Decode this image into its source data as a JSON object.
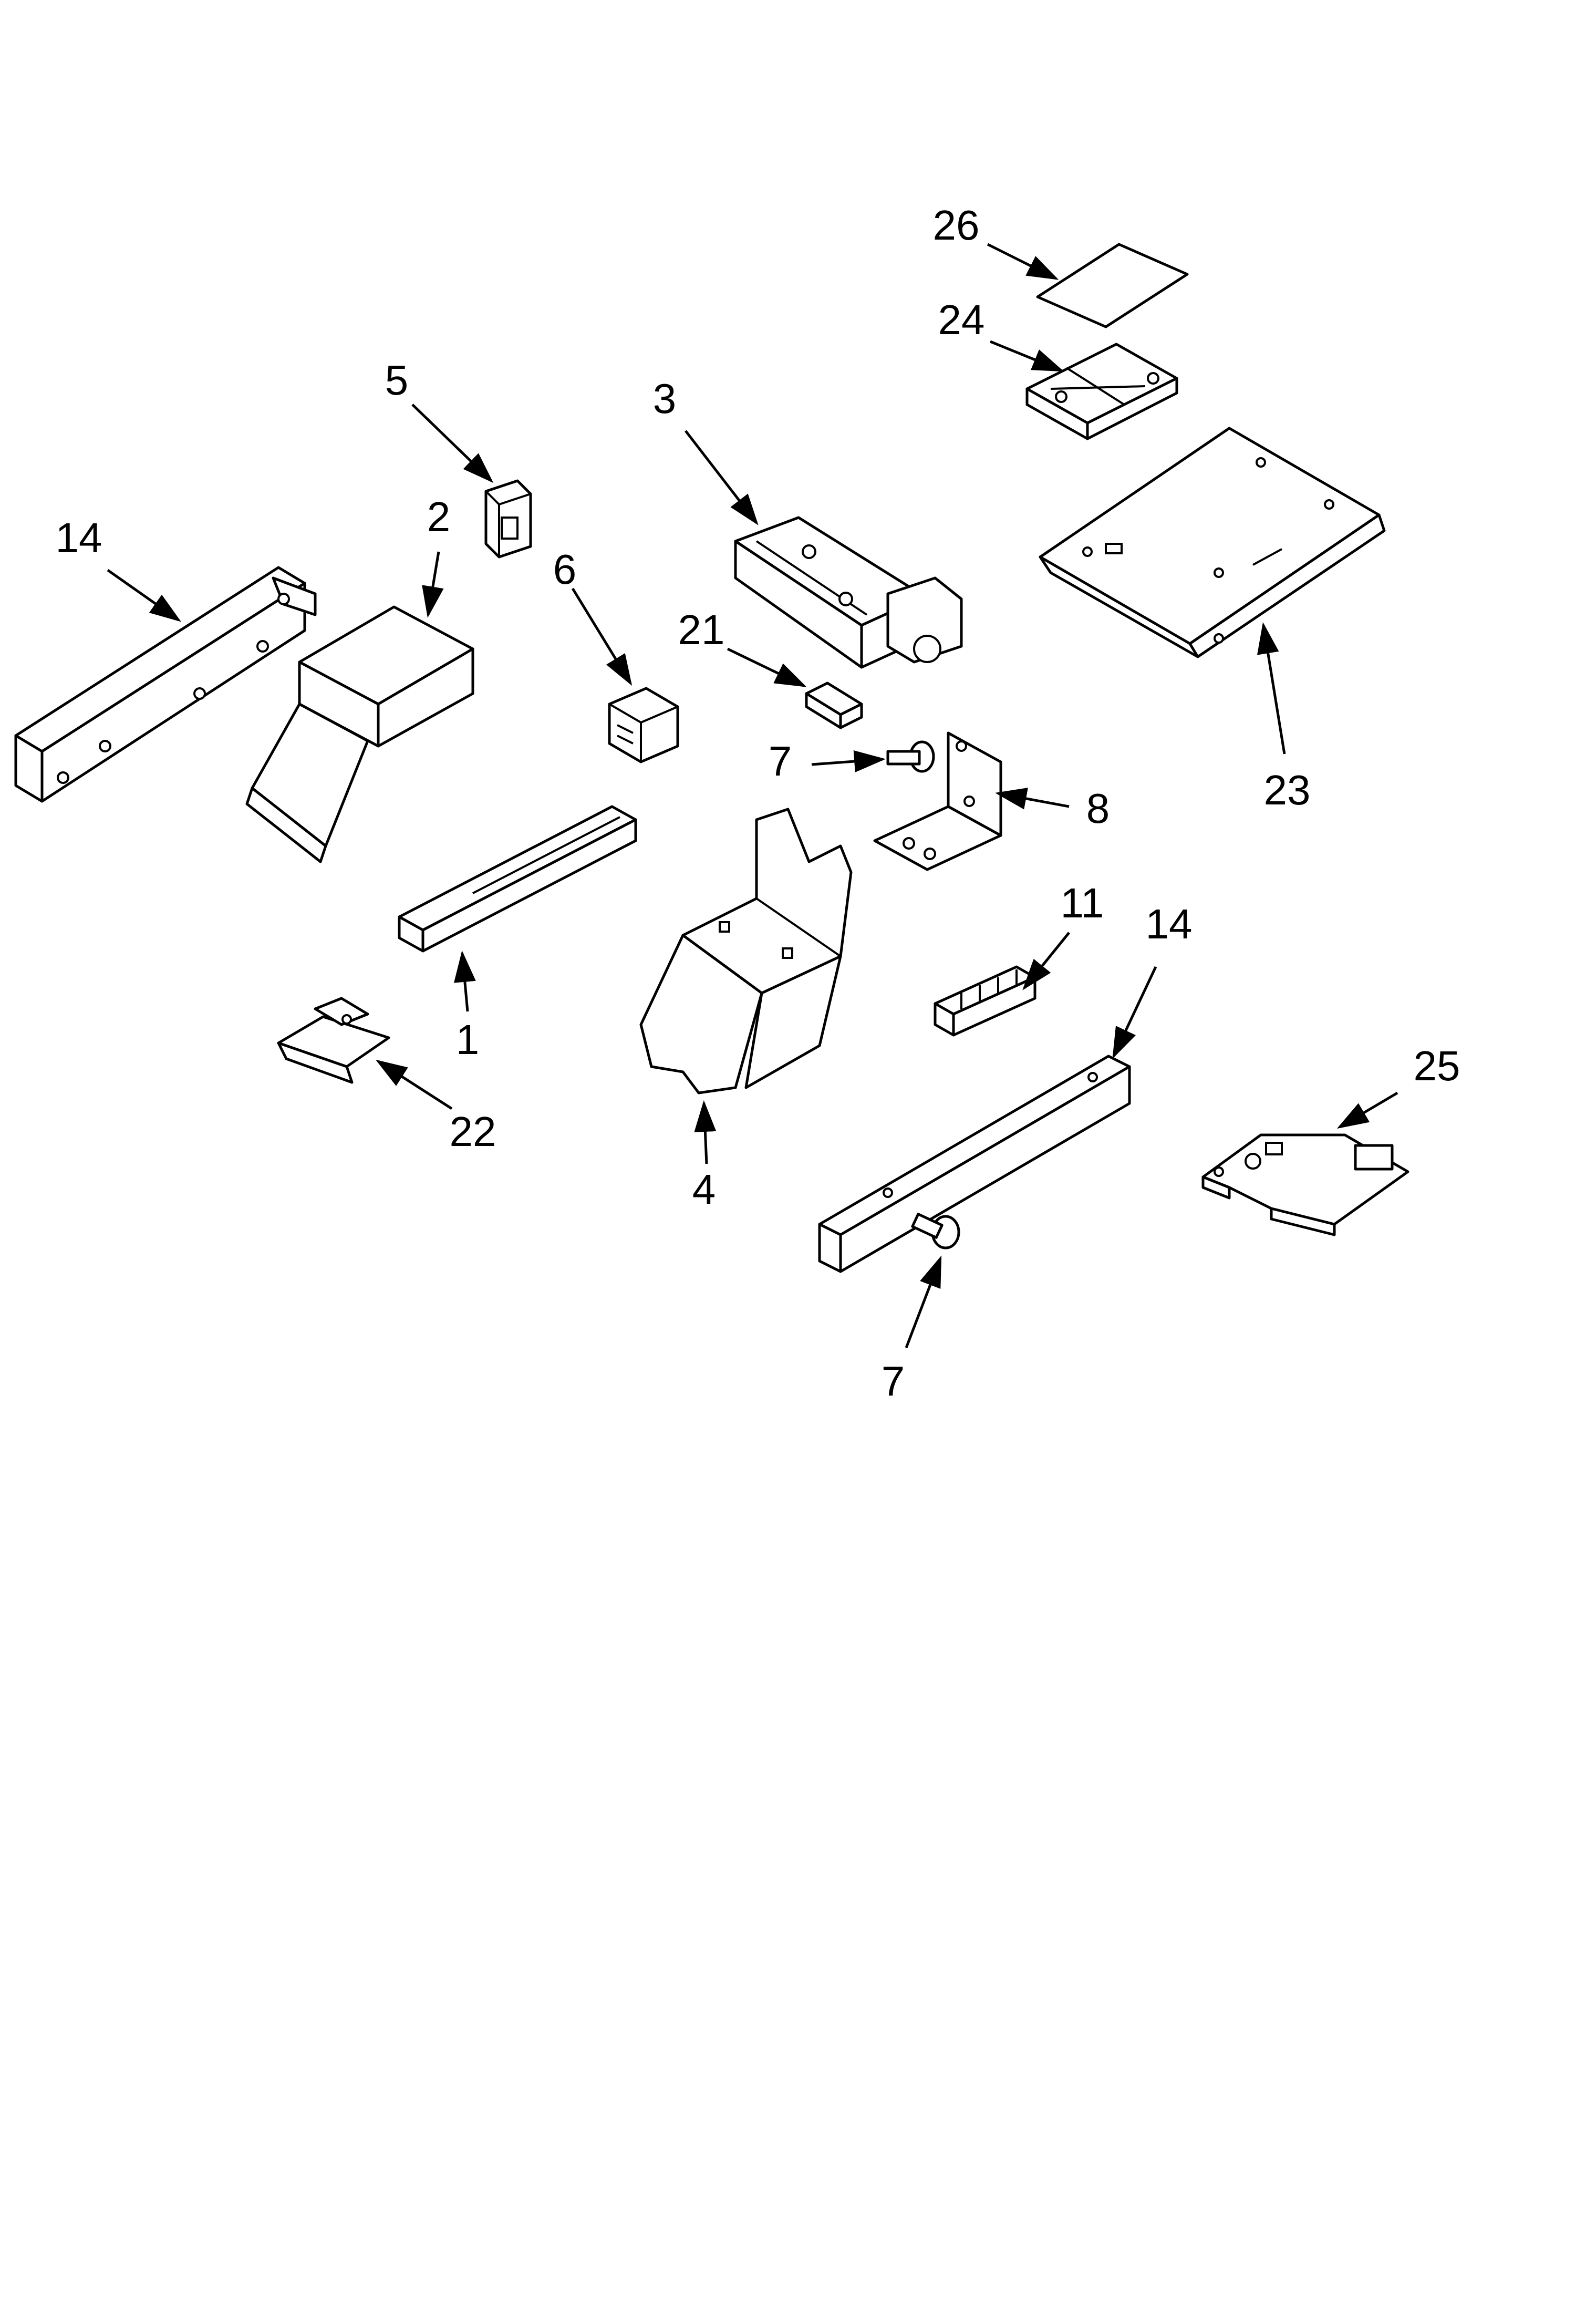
{
  "callouts": [
    {
      "id": "c26",
      "text": "26"
    },
    {
      "id": "c24",
      "text": "24"
    },
    {
      "id": "c5",
      "text": "5"
    },
    {
      "id": "c3",
      "text": "3"
    },
    {
      "id": "c2",
      "text": "2"
    },
    {
      "id": "c14a",
      "text": "14"
    },
    {
      "id": "c6",
      "text": "6"
    },
    {
      "id": "c21",
      "text": "21"
    },
    {
      "id": "c7a",
      "text": "7"
    },
    {
      "id": "c8",
      "text": "8"
    },
    {
      "id": "c23",
      "text": "23"
    },
    {
      "id": "c11",
      "text": "11"
    },
    {
      "id": "c14b",
      "text": "14"
    },
    {
      "id": "c1",
      "text": "1"
    },
    {
      "id": "c25",
      "text": "25"
    },
    {
      "id": "c22",
      "text": "22"
    },
    {
      "id": "c4",
      "text": "4"
    },
    {
      "id": "c7b",
      "text": "7"
    }
  ]
}
